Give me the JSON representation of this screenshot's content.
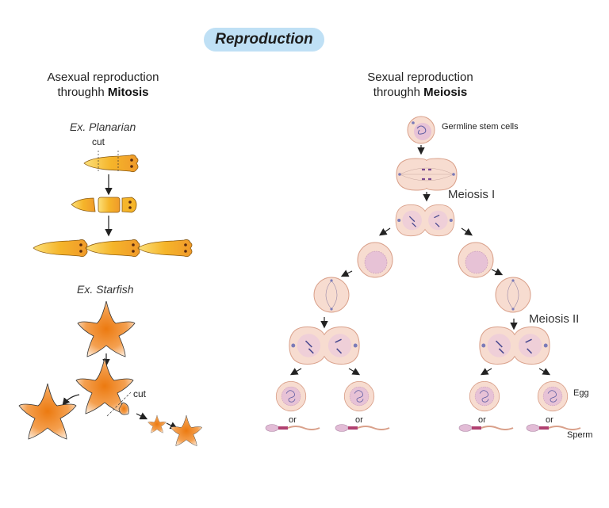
{
  "title": "Reproduction",
  "left_panel": {
    "heading_line1": "Asexual reproduction",
    "heading_line2_prefix": "throughh ",
    "heading_line2_bold": "Mitosis",
    "examples": [
      {
        "label": "Ex. Planarian",
        "cut_label": "cut"
      },
      {
        "label": "Ex. Starfish",
        "cut_label": "cut"
      }
    ]
  },
  "right_panel": {
    "heading_line1": "Sexual reproduction",
    "heading_line2_prefix": "throughh ",
    "heading_line2_bold": "Meiosis",
    "labels": {
      "germline": "Germline stem cells",
      "meiosis1": "Meiosis I",
      "meiosis2": "Meiosis II",
      "egg": "Egg",
      "sperm": "Sperm",
      "or": "or"
    }
  },
  "colors": {
    "pill": "#bfe0f5",
    "cell_fill": "#f7dcd0",
    "cell_stroke": "#d9a08a",
    "nucleus": "#e7c2d6",
    "planarian": "#f5b52a",
    "starfish": "#f08a1c"
  }
}
